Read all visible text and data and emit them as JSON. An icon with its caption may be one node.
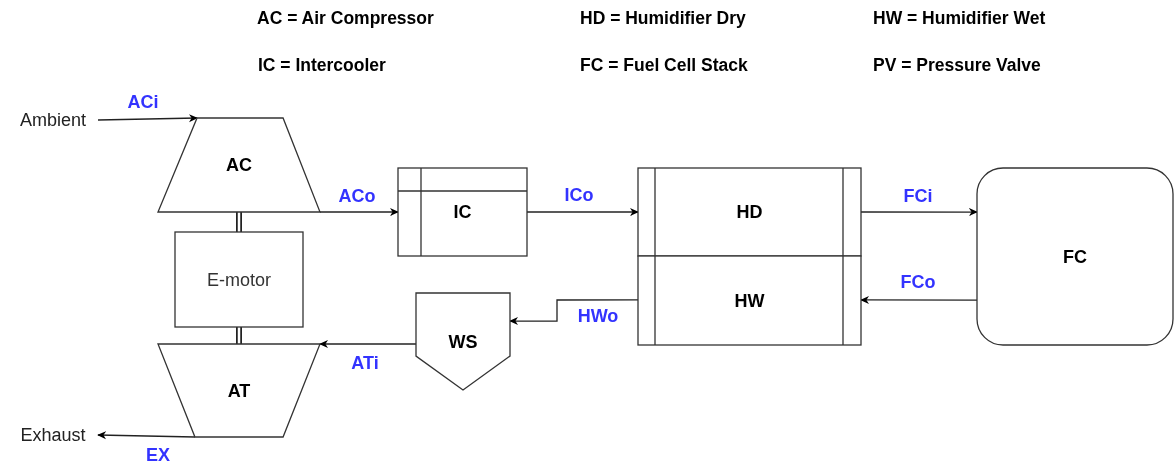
{
  "diagram": {
    "nodes": [
      {
        "text": [
          "Ambient"
        ]
      },
      {
        "text": [
          "AC"
        ]
      },
      {
        "text": [
          "E-motor"
        ]
      },
      {
        "text": [
          "AT"
        ]
      },
      {
        "text": [
          "Exhaust"
        ]
      },
      {
        "text": [
          "IC"
        ]
      },
      {
        "text": [
          "HD"
        ]
      },
      {
        "text": [
          "HW"
        ]
      },
      {
        "text": [
          "WS"
        ]
      },
      {
        "text": [
          "FC"
        ]
      }
    ],
    "edges": [
      {
        "from": 0,
        "to": 1,
        "arrow": "to",
        "label": "ACi"
      },
      {
        "from": 1,
        "to": 5,
        "arrow": "to",
        "label": "ACo"
      },
      {
        "from": 5,
        "to": 6,
        "arrow": "to",
        "label": "ICo"
      },
      {
        "from": 6,
        "to": 9,
        "arrow": "to",
        "label": "FCi"
      },
      {
        "from": 9,
        "to": 7,
        "arrow": "to",
        "label": "FCo"
      },
      {
        "from": 7,
        "to": 8,
        "arrow": "to",
        "label": "HWo"
      },
      {
        "from": 8,
        "to": 3,
        "arrow": "to",
        "label": "ATi"
      },
      {
        "from": 3,
        "to": 4,
        "arrow": "to",
        "label": "EX"
      },
      {
        "from": 1,
        "to": 2,
        "arrow": "none",
        "style": "thick"
      },
      {
        "from": 2,
        "to": 3,
        "arrow": "none",
        "style": "thick"
      }
    ],
    "labels": [
      "AC = Air Compressor",
      "HD = Humidifier Dry",
      "HW = Humidifier Wet",
      "IC = Intercooler",
      "FC = Fuel Cell Stack",
      "PV = Pressure Valve"
    ]
  }
}
